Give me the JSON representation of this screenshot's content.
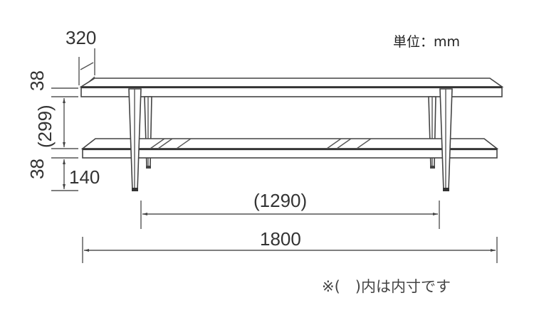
{
  "drawing": {
    "subject": "two-tier low shelf / TV board elevation drawing",
    "unit_label": "単位：mm",
    "note": "※(　)内は内寸です",
    "dimensions": {
      "depth": "320",
      "top_board_thickness": "38",
      "inner_height": "(299)",
      "bottom_board_thickness": "38",
      "floor_clearance": "140",
      "inner_width": "(1290)",
      "overall_width": "1800"
    },
    "colors": {
      "line": "#555555",
      "text": "#333333",
      "background": "#ffffff"
    }
  }
}
